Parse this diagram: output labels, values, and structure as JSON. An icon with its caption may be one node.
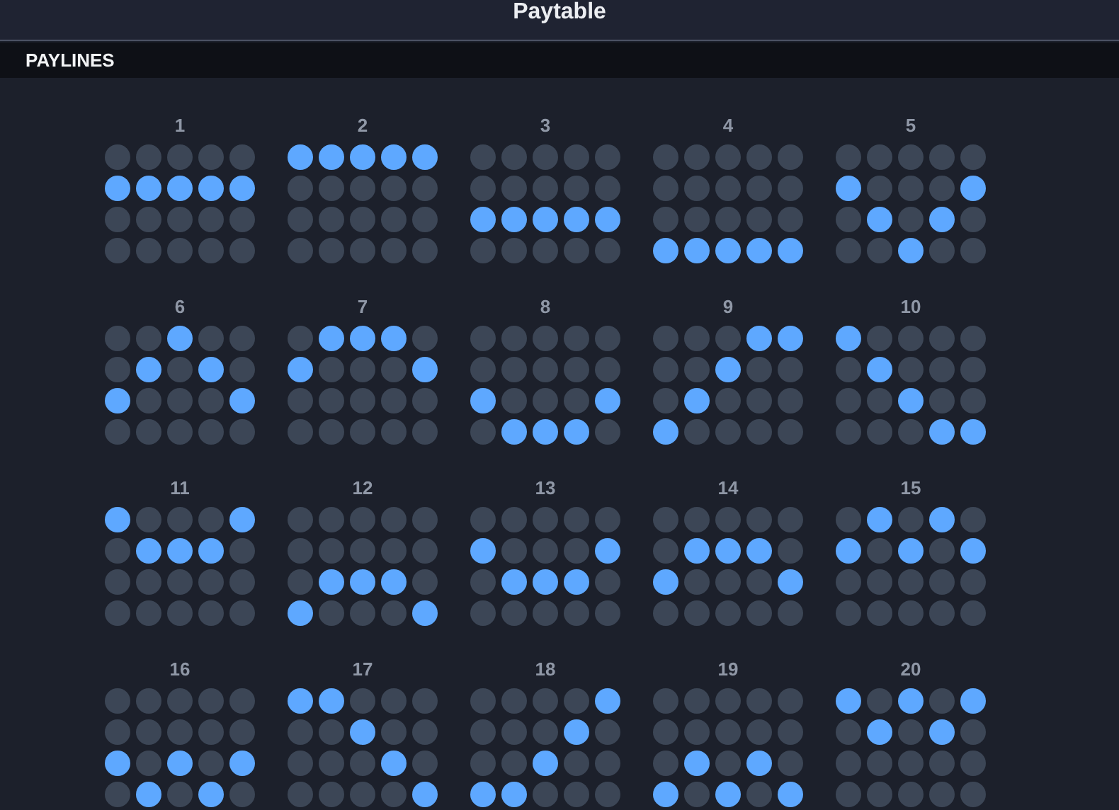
{
  "diagram": {
    "title": "Paytable",
    "nodes": [
      {
        "text": [
          "PAYLINES"
        ]
      }
    ],
    "labels": [
      "1",
      "2",
      "3",
      "4",
      "5",
      "6",
      "7",
      "8",
      "9",
      "10",
      "11",
      "12",
      "13",
      "14",
      "15",
      "16",
      "17",
      "18",
      "19",
      "20"
    ]
  }
}
